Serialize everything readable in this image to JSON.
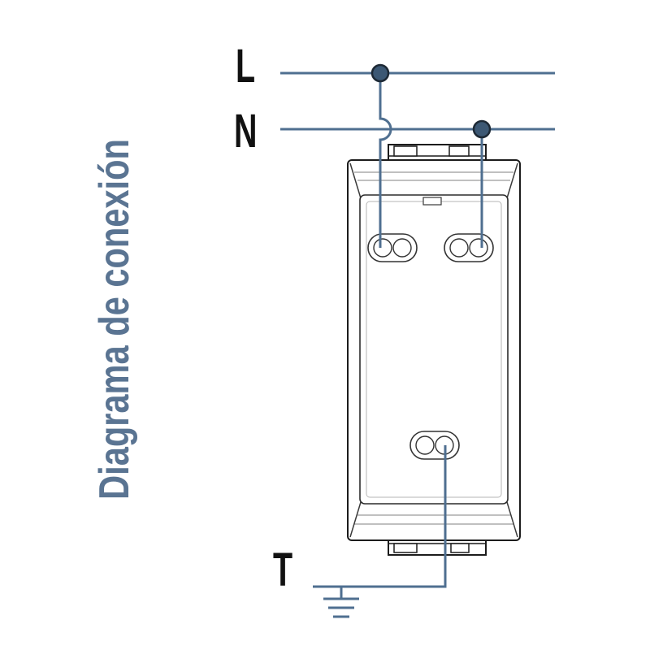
{
  "title": "Diagrama de conexión",
  "labels": {
    "line": "L",
    "neutral": "N",
    "ground": "T"
  },
  "colors": {
    "wire": "#4f6f90",
    "junction_dot": "#3c5874",
    "title_text": "#5a7492",
    "device_outline": "#1c1c1c"
  }
}
